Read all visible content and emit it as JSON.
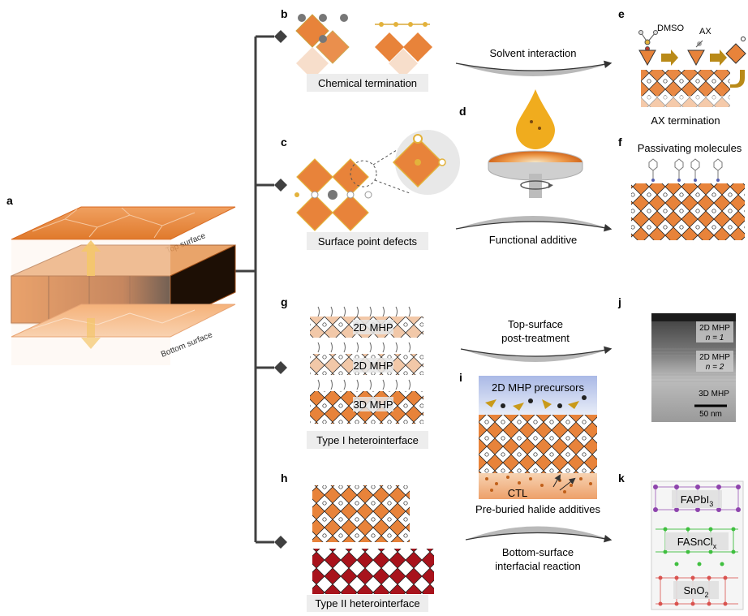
{
  "panels": {
    "a": "a",
    "b": "b",
    "c": "c",
    "d": "d",
    "e": "e",
    "f": "f",
    "g": "g",
    "h": "h",
    "i": "i",
    "j": "j",
    "k": "k"
  },
  "panel_a": {
    "top": "Top surface",
    "bottom": "Bottom surface"
  },
  "panel_b": {
    "caption": "Chemical termination"
  },
  "panel_c": {
    "caption": "Surface point defects"
  },
  "solvent": {
    "label": "Solvent interaction"
  },
  "functional": {
    "label": "Functional additive"
  },
  "panel_e": {
    "dmso": "DMSO",
    "ax": "AX",
    "caption": "AX termination"
  },
  "panel_f": {
    "caption": "Passivating molecules"
  },
  "panel_g": {
    "mhp2d_1": "2D MHP",
    "mhp2d_2": "2D MHP",
    "mhp3d": "3D MHP",
    "caption": "Type I heterointerface"
  },
  "topsurf": {
    "line1": "Top-surface",
    "line2": "post-treatment"
  },
  "panel_i": {
    "precursors": "2D MHP precursors",
    "ctl": "CTL",
    "caption": "Pre-buried halide additives"
  },
  "panel_j": {
    "mhp2d_n1": "2D MHP",
    "n1": "n = 1",
    "mhp2d_n2": "2D MHP",
    "n2": "n = 2",
    "mhp3d": "3D MHP",
    "scale": "50 nm"
  },
  "panel_h": {
    "caption": "Type II heterointerface"
  },
  "bottomsurf": {
    "line1": "Bottom-surface",
    "line2": "interfacial reaction"
  },
  "panel_k": {
    "fapbi": "FAPbI",
    "fapbi_sub": "3",
    "fasncl": "FASnCl",
    "fasncl_sub": "x",
    "sno": "SnO",
    "sno_sub": "2"
  },
  "colors": {
    "perovskite": "#e8833a",
    "dark_perovskite": "#a8131c",
    "arrow_gold": "#c99a1a",
    "tree": "#404040"
  }
}
